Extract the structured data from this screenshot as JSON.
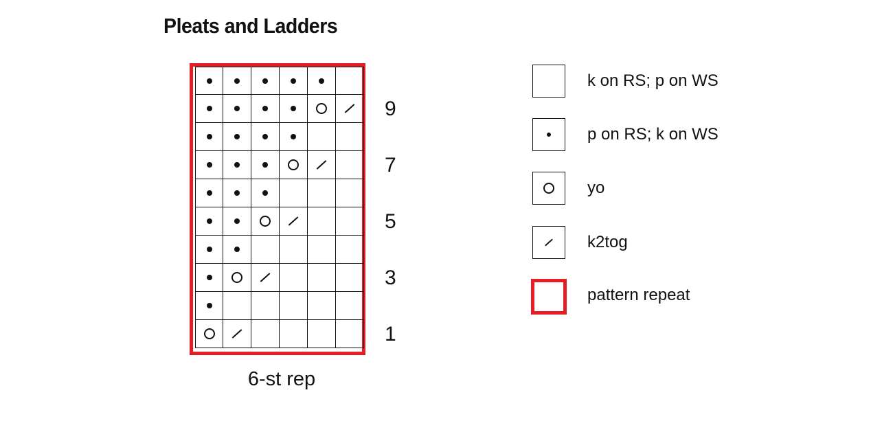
{
  "title": "Pleats and Ladders",
  "repeat_label": "6-st rep",
  "colors": {
    "repeat_border": "#e31e24",
    "ink": "#111111"
  },
  "chart": {
    "columns": 6,
    "rows": [
      [
        "dot",
        "dot",
        "dot",
        "dot",
        "dot",
        "blank"
      ],
      [
        "dot",
        "dot",
        "dot",
        "dot",
        "yo",
        "k2tog"
      ],
      [
        "dot",
        "dot",
        "dot",
        "dot",
        "blank",
        "blank"
      ],
      [
        "dot",
        "dot",
        "dot",
        "yo",
        "k2tog",
        "blank"
      ],
      [
        "dot",
        "dot",
        "dot",
        "blank",
        "blank",
        "blank"
      ],
      [
        "dot",
        "dot",
        "yo",
        "k2tog",
        "blank",
        "blank"
      ],
      [
        "dot",
        "dot",
        "blank",
        "blank",
        "blank",
        "blank"
      ],
      [
        "dot",
        "yo",
        "k2tog",
        "blank",
        "blank",
        "blank"
      ],
      [
        "dot",
        "blank",
        "blank",
        "blank",
        "blank",
        "blank"
      ],
      [
        "yo",
        "k2tog",
        "blank",
        "blank",
        "blank",
        "blank"
      ]
    ],
    "row_labels": [
      {
        "row_index": 1,
        "label": "9"
      },
      {
        "row_index": 3,
        "label": "7"
      },
      {
        "row_index": 5,
        "label": "5"
      },
      {
        "row_index": 7,
        "label": "3"
      },
      {
        "row_index": 9,
        "label": "1"
      }
    ]
  },
  "legend": [
    {
      "symbol": "blank",
      "label": "k on RS; p on WS"
    },
    {
      "symbol": "dot",
      "label": "p on RS; k on WS"
    },
    {
      "symbol": "yo",
      "label": "yo"
    },
    {
      "symbol": "k2tog",
      "label": "k2tog"
    },
    {
      "symbol": "repeat",
      "label": "pattern repeat"
    }
  ]
}
